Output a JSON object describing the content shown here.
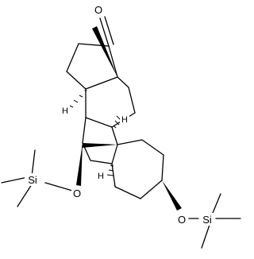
{
  "molecule": {
    "atoms": {
      "ketone_oxygen": "O",
      "ether_oxygen_7": "O",
      "ether_oxygen_3": "O",
      "silicon_left": "Si",
      "silicon_right": "Si",
      "stereo_h_c14": "H",
      "stereo_h_c9": "H",
      "stereo_h_c5": "H"
    }
  }
}
